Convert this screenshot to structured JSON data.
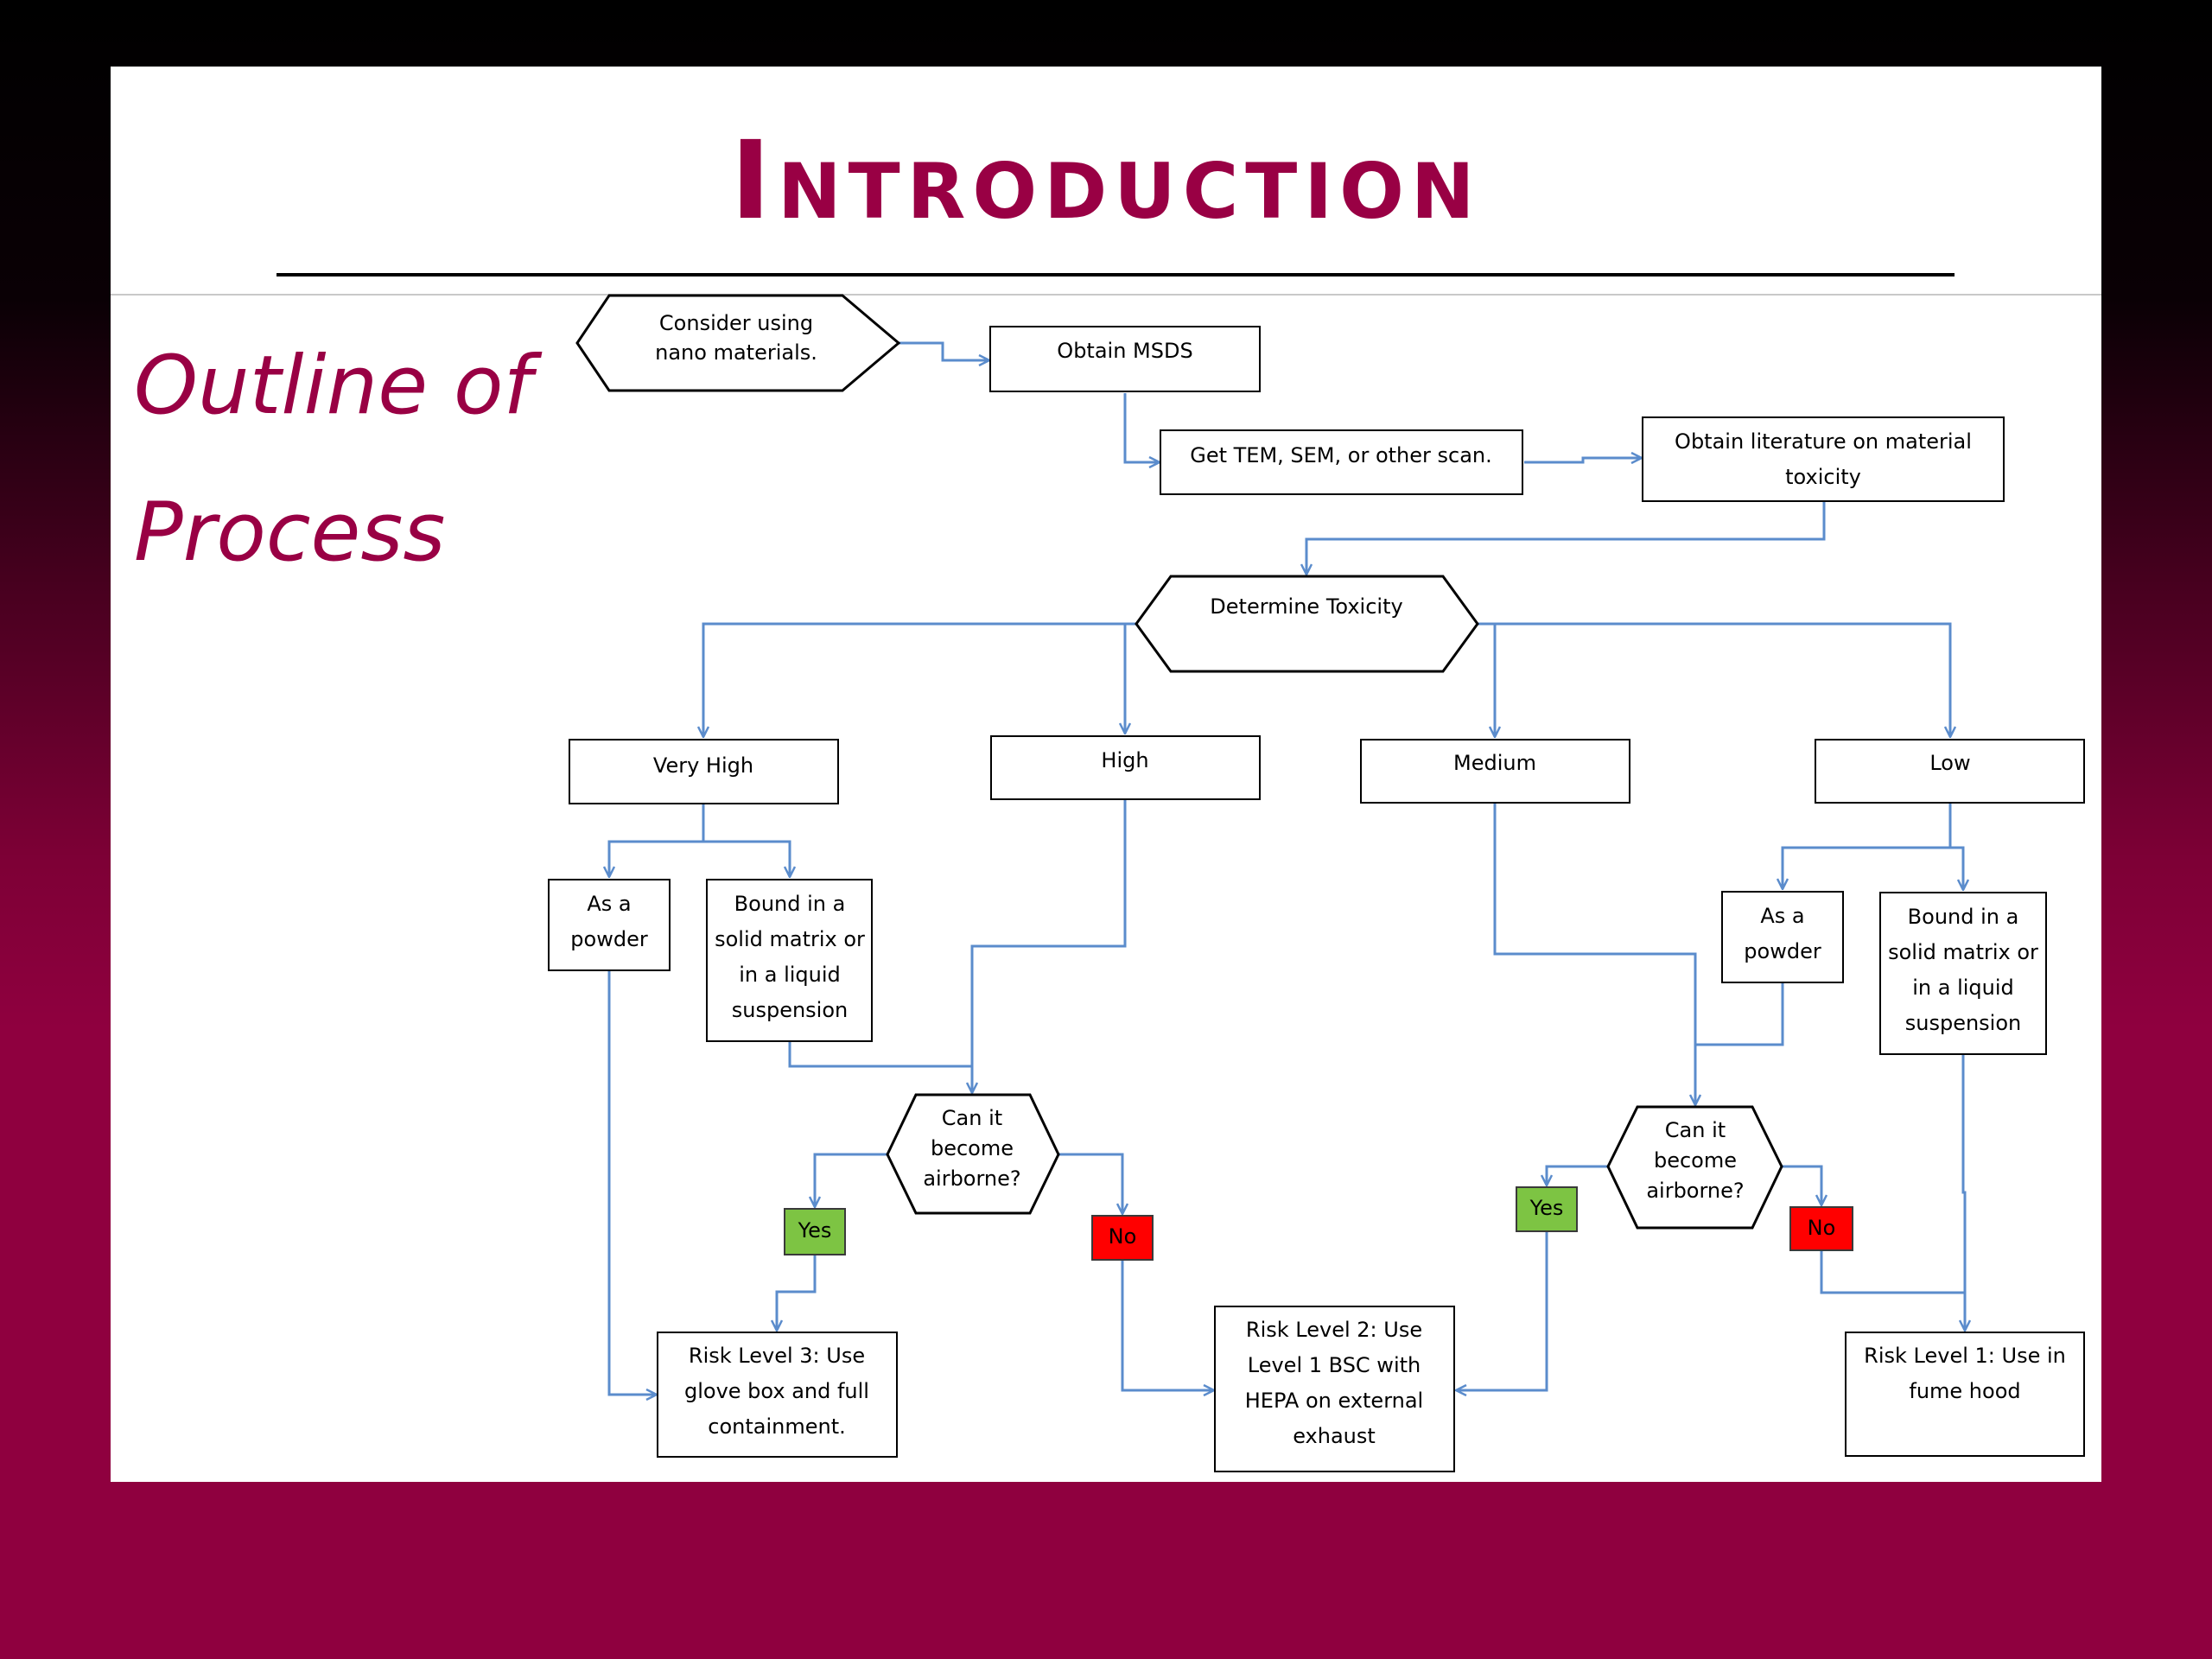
{
  "slide": {
    "title": "Introduction",
    "subtitle_line1": "Outline of",
    "subtitle_line2": "Process"
  },
  "colors": {
    "accent": "#990044",
    "background": "#8f003f",
    "connector": "#5b8ccc",
    "yes_fill": "#7dc443",
    "no_fill": "#ff0000"
  },
  "diagram": {
    "start": [
      "Consider using",
      "nano materials."
    ],
    "obtain_msds": [
      "Obtain MSDS"
    ],
    "get_scan": [
      "Get TEM, SEM, or other scan."
    ],
    "obtain_literature": [
      "Obtain literature on material",
      "toxicity"
    ],
    "determine_toxicity": [
      "Determine Toxicity"
    ],
    "very_high": [
      "Very High"
    ],
    "high": [
      "High"
    ],
    "medium": [
      "Medium"
    ],
    "low": [
      "Low"
    ],
    "vh_powder": [
      "As a",
      "powder"
    ],
    "vh_bound": [
      "Bound in a",
      "solid matrix or",
      "in a liquid",
      "suspension"
    ],
    "low_powder": [
      "As a",
      "powder"
    ],
    "low_bound": [
      "Bound in a",
      "solid matrix or",
      "in a liquid",
      "suspension"
    ],
    "airborne_left": [
      "Can it",
      "become",
      "airborne?"
    ],
    "airborne_right": [
      "Can it",
      "become",
      "airborne?"
    ],
    "yes_left": [
      "Yes"
    ],
    "no_left": [
      "No"
    ],
    "yes_right": [
      "Yes"
    ],
    "no_right": [
      "No"
    ],
    "risk3": [
      "Risk Level 3: Use",
      "glove box and full",
      "containment."
    ],
    "risk2": [
      "Risk Level 2: Use",
      "Level 1 BSC with",
      "HEPA on external",
      "exhaust"
    ],
    "risk1": [
      "Risk Level 1: Use in",
      "fume hood"
    ]
  }
}
